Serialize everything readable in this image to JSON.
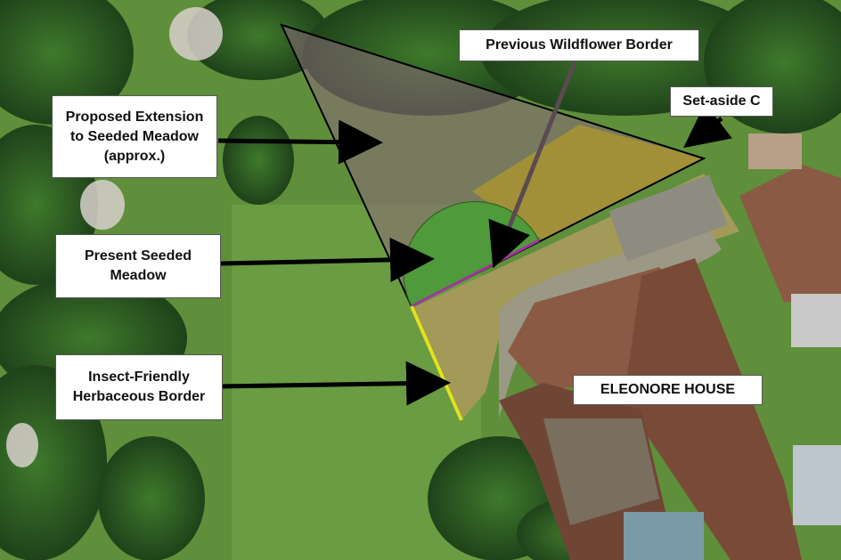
{
  "labels": {
    "previous_wildflower_border": "Previous Wildflower Border",
    "set_aside_c": "Set-aside C",
    "proposed_extension": "Proposed Extension\nto Seeded Meadow\n(approx.)",
    "present_seeded_meadow": "Present Seeded\nMeadow",
    "insect_friendly_border": "Insect-Friendly\nHerbaceous Border",
    "eleonore_house": "ELEONORE HOUSE"
  },
  "colors": {
    "grass": "#5f8f3a",
    "trees": "#2f5a22",
    "roof": "#8a5a44",
    "proposed_overlay": "#8a6a7a",
    "set_aside_overlay": "#b39a2a",
    "present_meadow": "#4f9a3a",
    "wildflower_border": "#a035a0",
    "herbaceous_border": "#e6e020"
  }
}
